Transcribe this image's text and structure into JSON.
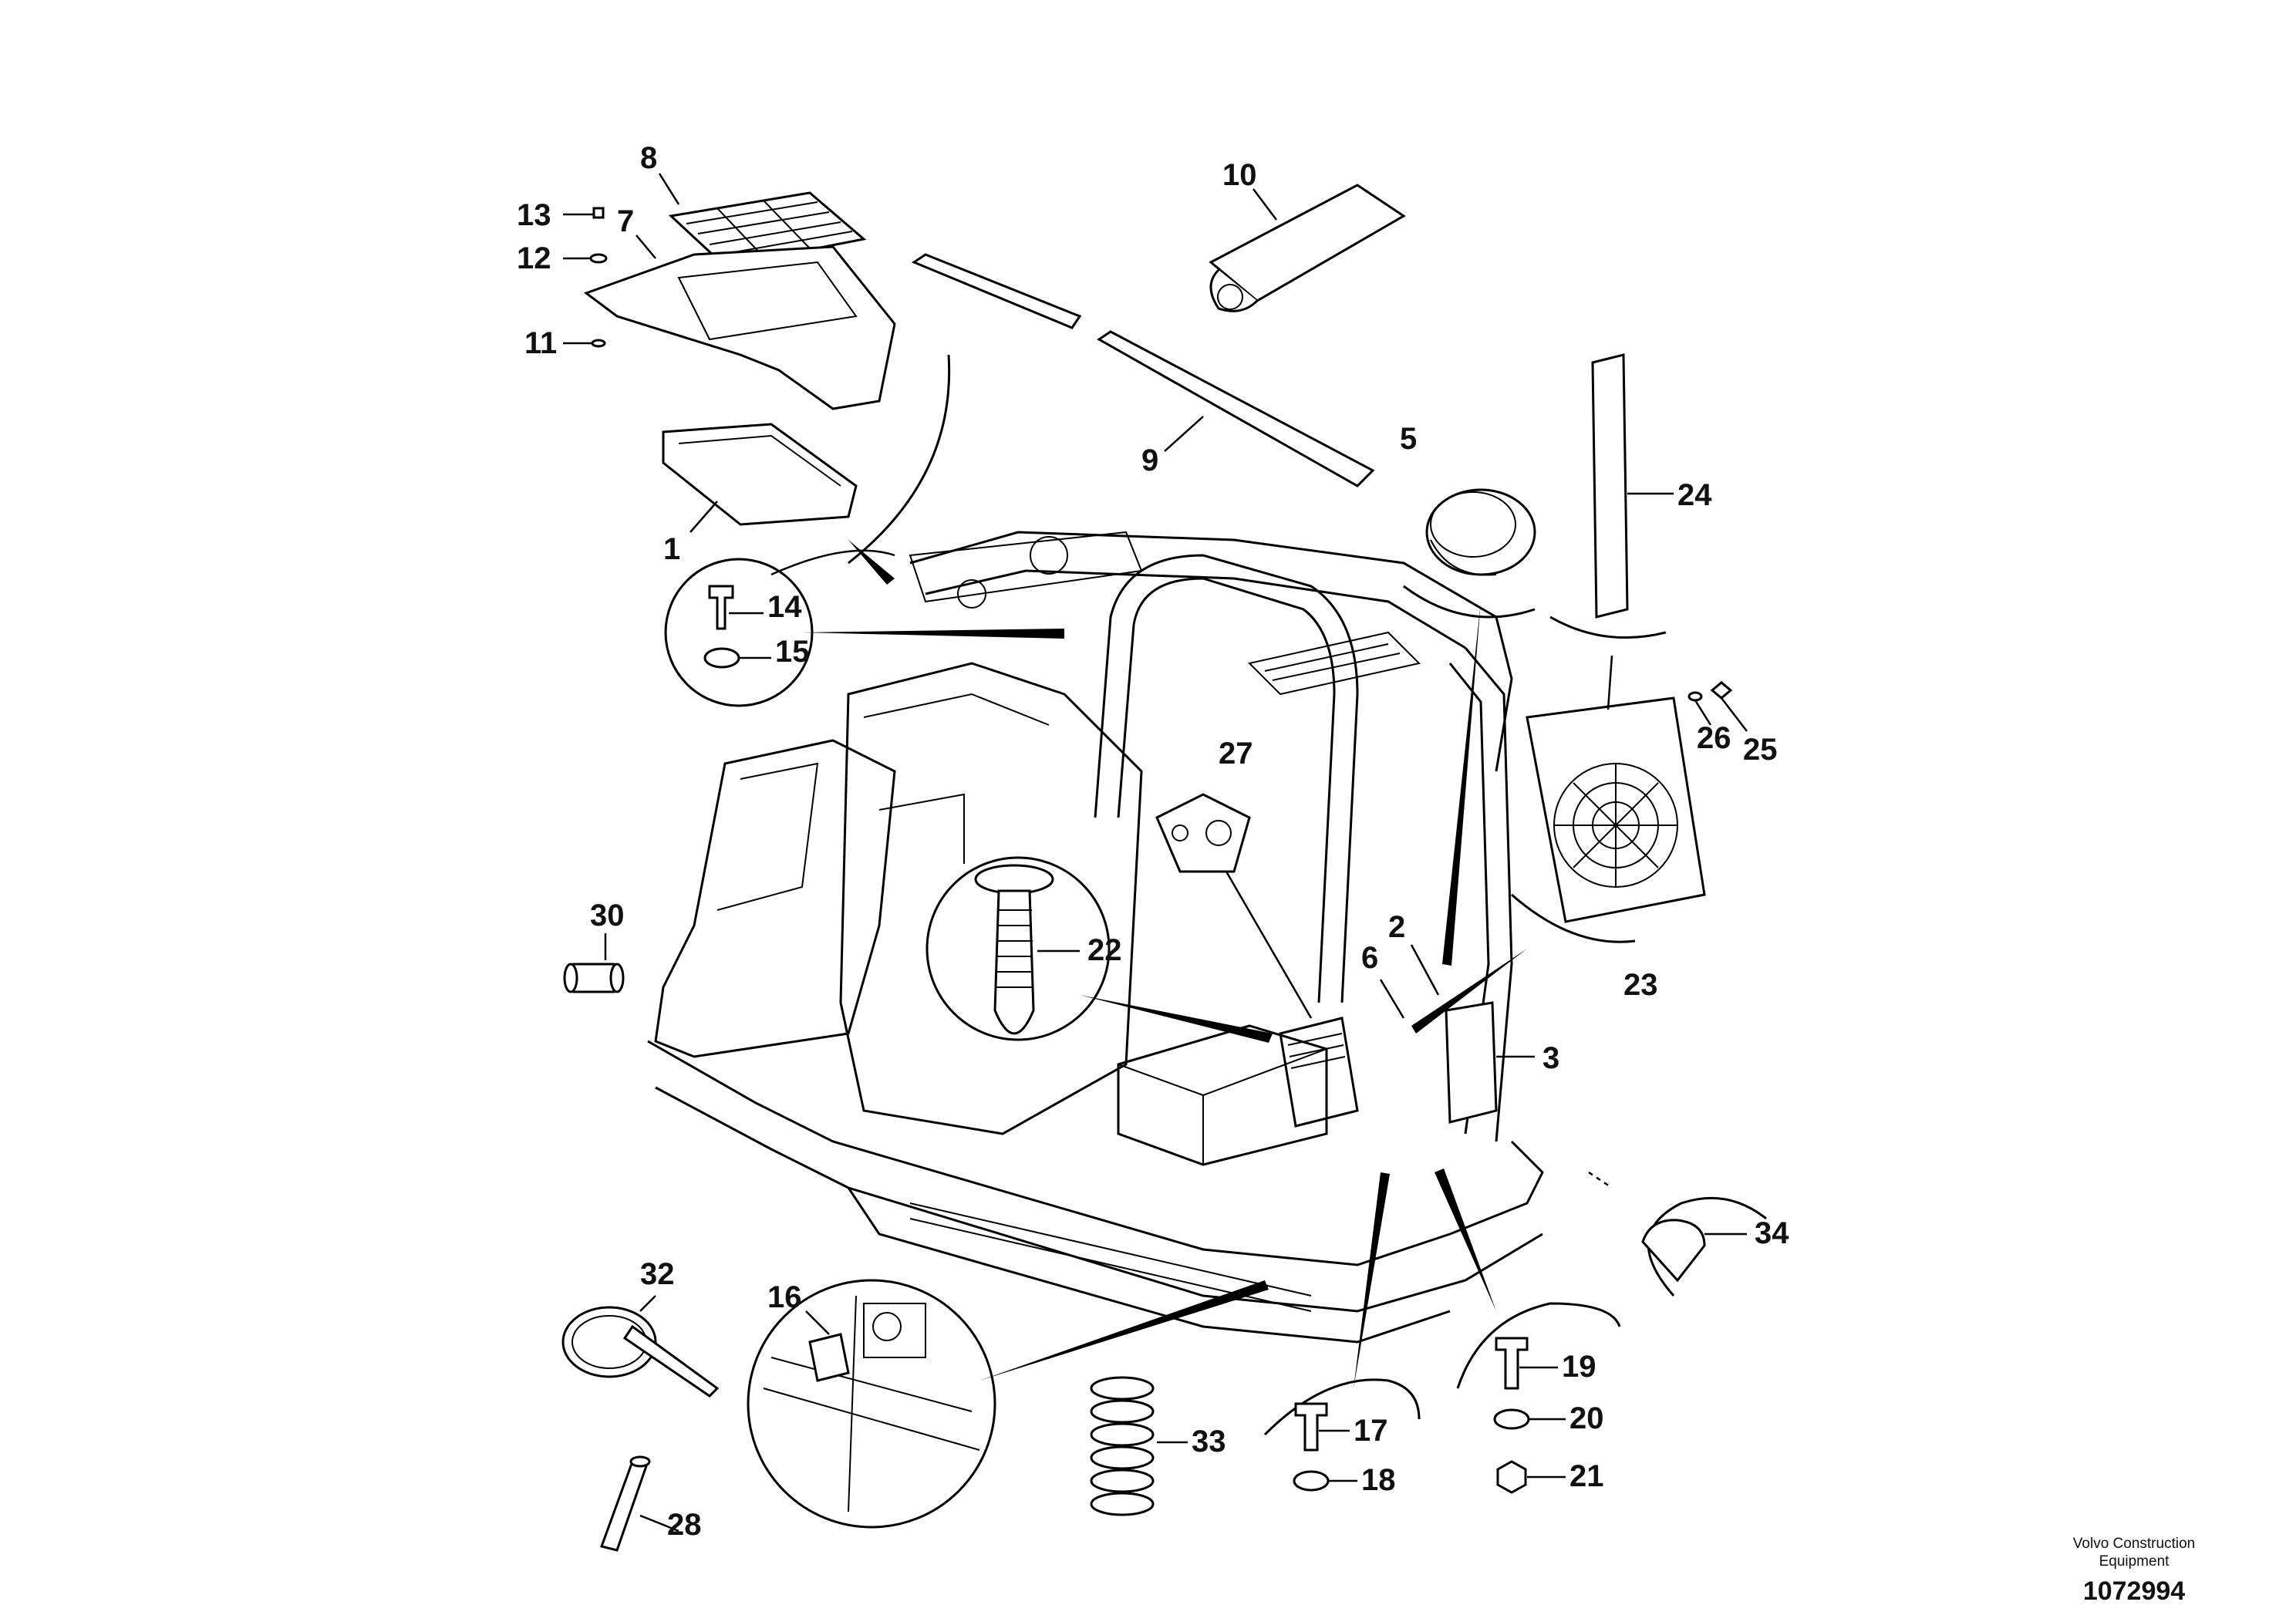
{
  "labels": {
    "l1": "1",
    "l2": "2",
    "l3": "3",
    "l5": "5",
    "l6": "6",
    "l7": "7",
    "l8": "8",
    "l9": "9",
    "l10": "10",
    "l11": "11",
    "l12": "12",
    "l13": "13",
    "l14": "14",
    "l15": "15",
    "l16": "16",
    "l17": "17",
    "l18": "18",
    "l19": "19",
    "l20": "20",
    "l21": "21",
    "l22": "22",
    "l23": "23",
    "l24": "24",
    "l25": "25",
    "l26": "26",
    "l27": "27",
    "l28": "28",
    "l30": "30",
    "l32": "32",
    "l33": "33",
    "l34": "34"
  },
  "brand": {
    "line1": "Volvo Construction",
    "line2": "Equipment",
    "figure_number": "1072994"
  }
}
